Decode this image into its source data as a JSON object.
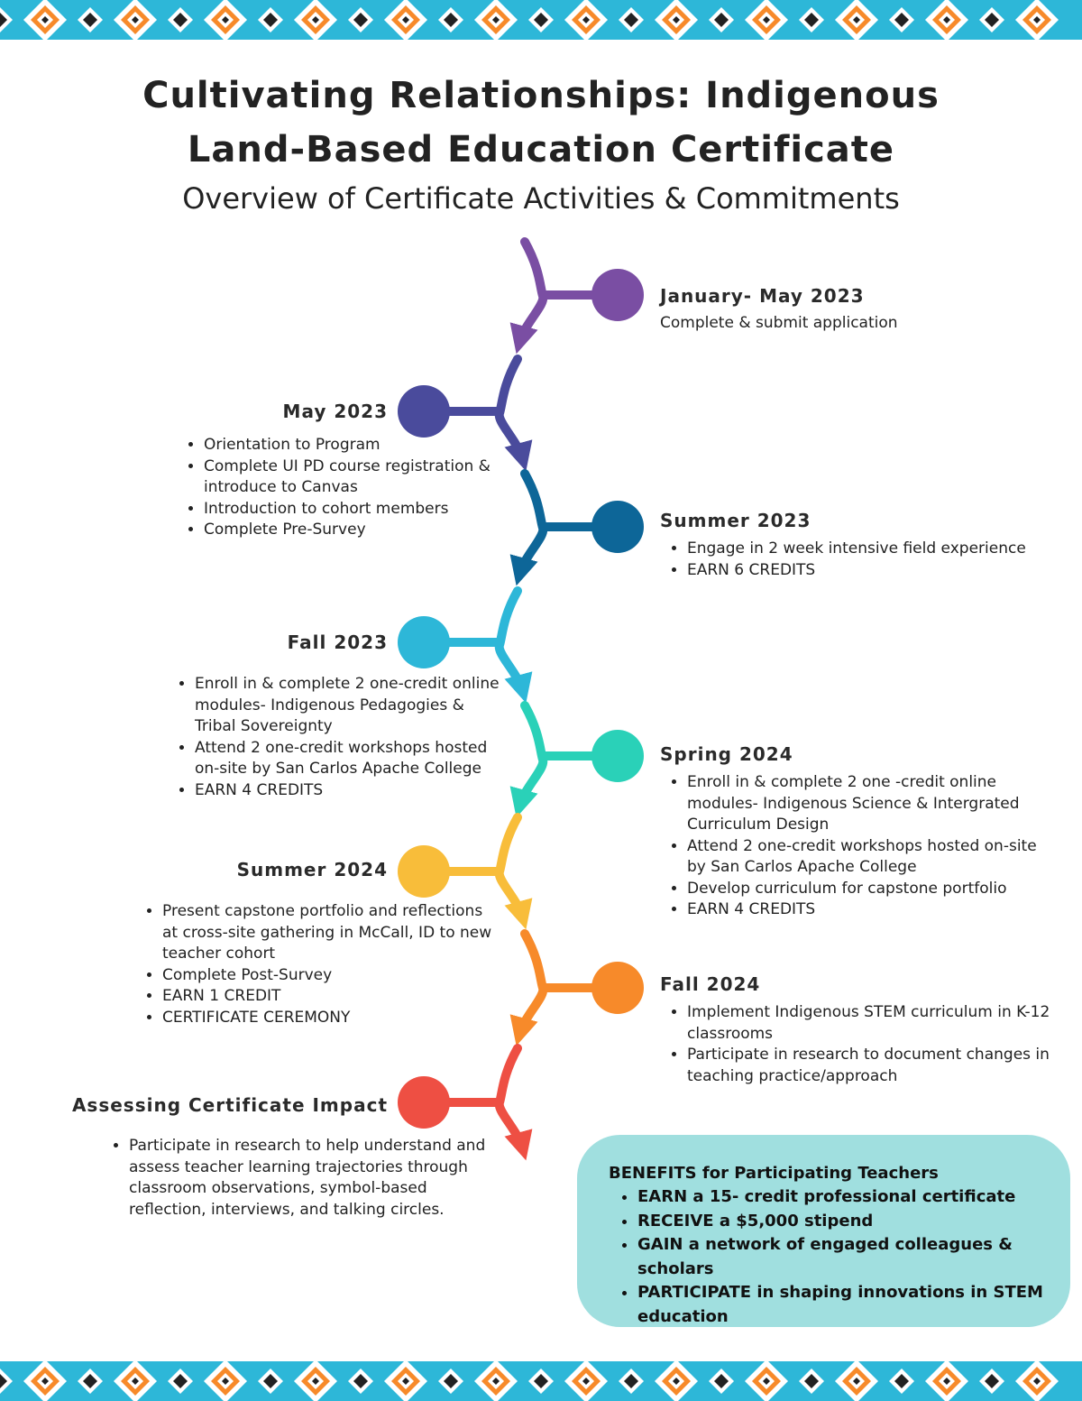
{
  "title": {
    "line1": "Cultivating Relationships: Indigenous",
    "line2": "Land-Based Education Certificate",
    "subtitle": "Overview of Certificate Activities & Commitments"
  },
  "colors": {
    "purple": "#7a4ea3",
    "indigo": "#4a4b9c",
    "navy": "#0d6698",
    "sky": "#2db7d8",
    "teal": "#2ad1b8",
    "yellow": "#f8bd3a",
    "orange": "#f78a2a",
    "red": "#ee4f43",
    "benefits_bg": "#a0dfdf"
  },
  "timeline": [
    {
      "heading": "January- May 2023",
      "text": "Complete & submit application"
    },
    {
      "heading": "May 2023",
      "items": [
        "Orientation to Program",
        "Complete UI PD course registration & introduce to Canvas",
        "Introduction to cohort members",
        "Complete Pre-Survey"
      ]
    },
    {
      "heading": "Summer 2023",
      "items": [
        "Engage in 2 week intensive field experience",
        "EARN 6 CREDITS"
      ]
    },
    {
      "heading": "Fall 2023",
      "items": [
        "Enroll in & complete 2 one-credit online modules- Indigenous Pedagogies & Tribal Sovereignty",
        "Attend 2 one-credit workshops hosted on-site by San Carlos Apache College",
        "EARN 4 CREDITS"
      ]
    },
    {
      "heading": "Spring 2024",
      "items": [
        "Enroll in & complete 2 one -credit online modules- Indigenous Science & Intergrated Curriculum Design",
        "Attend 2 one-credit workshops hosted on-site by San Carlos Apache College",
        "Develop curriculum for capstone portfolio",
        "EARN 4 CREDITS"
      ]
    },
    {
      "heading": "Summer 2024",
      "items": [
        "Present capstone portfolio and reflections at cross-site gathering in McCall,  ID to new teacher cohort",
        "Complete Post-Survey",
        "EARN 1 CREDIT",
        "CERTIFICATE CEREMONY"
      ]
    },
    {
      "heading": "Fall 2024",
      "items": [
        "Implement Indigenous STEM curriculum in K-12 classrooms",
        "Participate in research to document changes in teaching practice/approach"
      ]
    },
    {
      "heading": "Assessing Certificate Impact",
      "items": [
        "Participate in research to help understand and assess teacher learning trajectories through classroom observations, symbol-based reflection, interviews, and talking circles."
      ]
    }
  ],
  "benefits": {
    "heading": "BENEFITS for Participating Teachers",
    "items": [
      "EARN a 15- credit professional certificate",
      "RECEIVE a $5,000 stipend",
      "GAIN a network of engaged colleagues & scholars",
      "PARTICIPATE in shaping innovations in STEM education"
    ]
  }
}
